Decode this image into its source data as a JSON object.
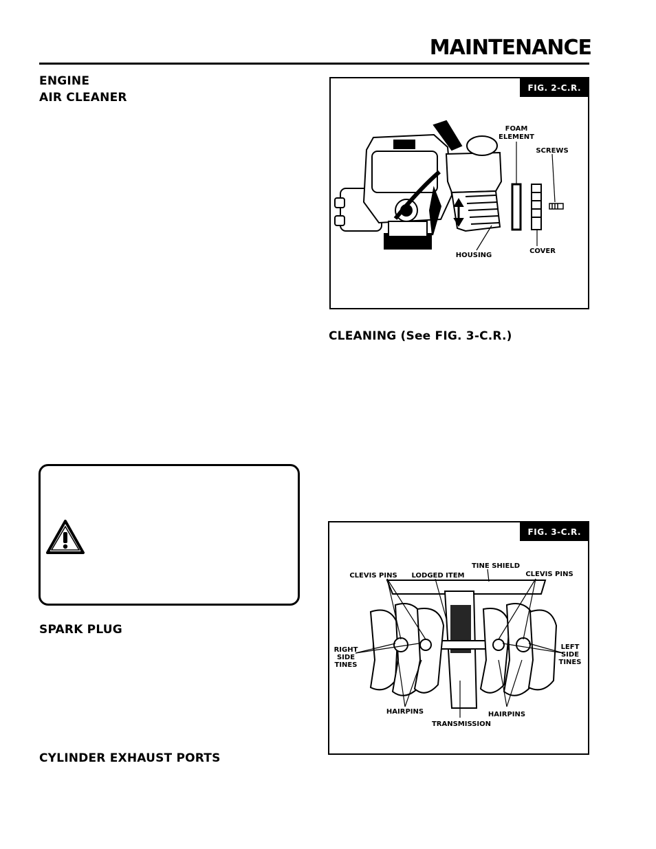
{
  "header": {
    "title": "MAINTENANCE"
  },
  "sections": {
    "engine_air_cleaner_line1": "ENGINE",
    "engine_air_cleaner_line2": "AIR CLEANER",
    "cleaning": "CLEANING (See FIG. 3-C.R.)",
    "spark_plug": "SPARK PLUG",
    "cylinder_exhaust_ports": "CYLINDER EXHAUST PORTS"
  },
  "fig2": {
    "tag": "FIG. 2-C.R.",
    "labels": {
      "foam_line1": "FOAM",
      "foam_line2": "ELEMENT",
      "screws": "SCREWS",
      "housing": "HOUSING",
      "cover": "COVER"
    }
  },
  "fig3": {
    "tag": "FIG. 3-C.R.",
    "labels": {
      "tine_shield": "TINE SHIELD",
      "clevis_pins_left": "CLEVIS PINS",
      "lodged_item": "LODGED ITEM",
      "clevis_pins_right": "CLEVIS PINS",
      "right_side_tines_1": "RIGHT",
      "right_side_tines_2": "SIDE",
      "right_side_tines_3": "TINES",
      "left_side_tines_1": "LEFT",
      "left_side_tines_2": "SIDE",
      "left_side_tines_3": "TINES",
      "hairpins_left": "HAIRPINS",
      "hairpins_right": "HAIRPINS",
      "transmission": "TRANSMISSION"
    }
  },
  "warning": {
    "icon": "warning-triangle-icon"
  }
}
